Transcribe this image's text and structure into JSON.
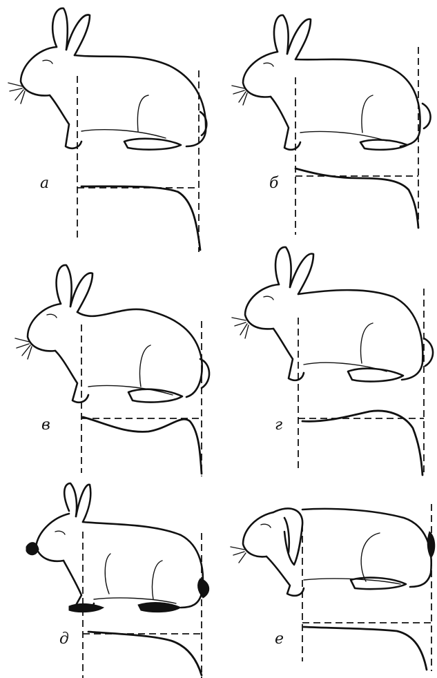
{
  "figure": {
    "panels": [
      {
        "id": "a",
        "label": "а",
        "ear_type": "upright",
        "back_profile": "straight"
      },
      {
        "id": "b",
        "label": "б",
        "ear_type": "upright",
        "back_profile": "dipped"
      },
      {
        "id": "v",
        "label": "в",
        "ear_type": "upright",
        "back_profile": "humped"
      },
      {
        "id": "g",
        "label": "г",
        "ear_type": "upright",
        "back_profile": "humped"
      },
      {
        "id": "d",
        "label": "д",
        "ear_type": "upright",
        "back_profile": "straight"
      },
      {
        "id": "e",
        "label": "е",
        "ear_type": "lop",
        "back_profile": "straight"
      }
    ],
    "colors": {
      "ink": "#111111",
      "background": "#ffffff"
    }
  }
}
